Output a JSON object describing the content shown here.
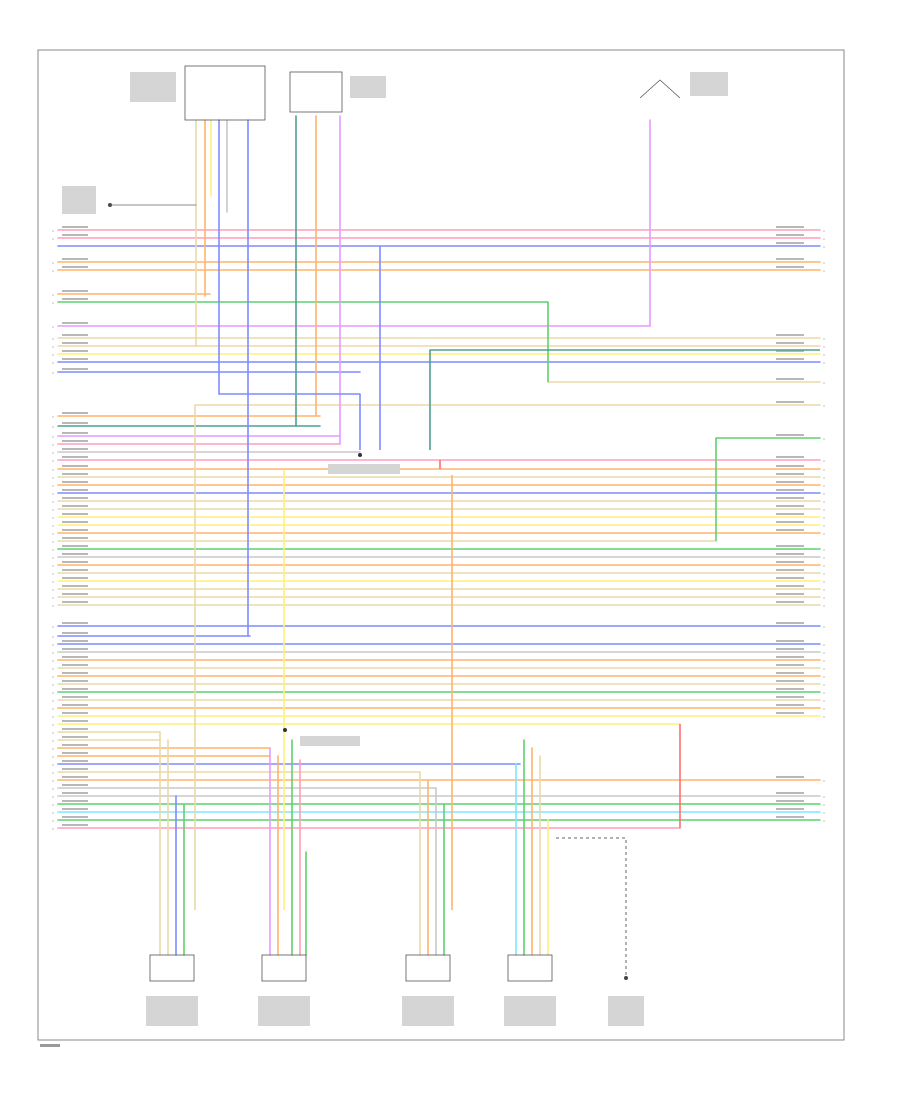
{
  "diagram": {
    "components": [
      {
        "id": "tl-module",
        "name": "module-top-left-connector"
      },
      {
        "id": "tc-sensor",
        "name": "sensor-top-center"
      },
      {
        "id": "tr-switch",
        "name": "switch-top-right"
      },
      {
        "id": "left-sensor",
        "name": "sensor-left"
      },
      {
        "id": "splice-center",
        "name": "splice-center"
      },
      {
        "id": "splice-lower",
        "name": "splice-lower"
      },
      {
        "id": "sensor-bottom-1",
        "name": "sensor-bottom-1"
      },
      {
        "id": "sensor-bottom-2",
        "name": "sensor-bottom-2"
      },
      {
        "id": "sensor-bottom-3",
        "name": "sensor-bottom-3"
      },
      {
        "id": "sensor-bottom-4",
        "name": "sensor-bottom-4"
      },
      {
        "id": "ground-bottom",
        "name": "ground-bottom-right"
      }
    ],
    "wire_colors": {
      "pink": "#ff9eb8",
      "blue": "#7f8cff",
      "orange": "#ffb36b",
      "yellow": "#fff07a",
      "green": "#5fd16e",
      "tan": "#ead9a6",
      "violet": "#e69bff",
      "red": "#ff6f6f",
      "lightgray": "#c8c8c8",
      "darkgray": "#7a7a7a",
      "teal": "#4fa08f",
      "cyan": "#7fe6ff"
    },
    "frame_color": "#8a8a8a"
  }
}
